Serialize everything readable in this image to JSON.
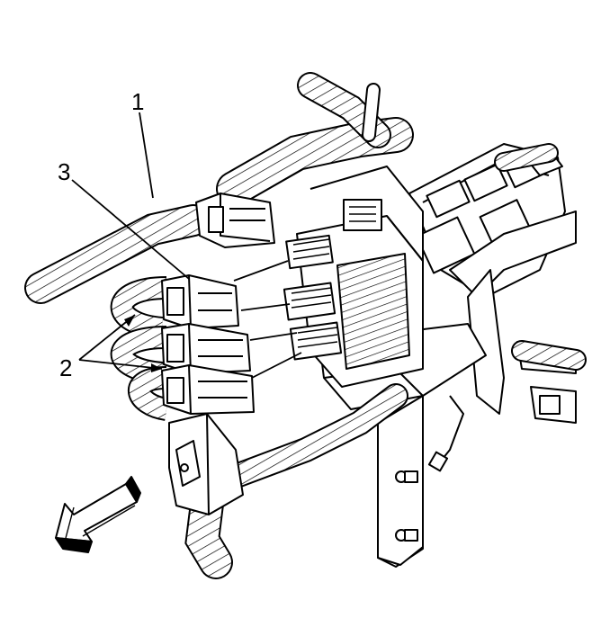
{
  "callouts": [
    {
      "id": "1",
      "label": "1"
    },
    {
      "id": "2",
      "label": "2"
    },
    {
      "id": "3",
      "label": "3"
    }
  ],
  "direction_arrow": {
    "icon": "forward-direction-arrow-icon"
  },
  "colors": {
    "line": "#000000",
    "background": "#ffffff"
  }
}
